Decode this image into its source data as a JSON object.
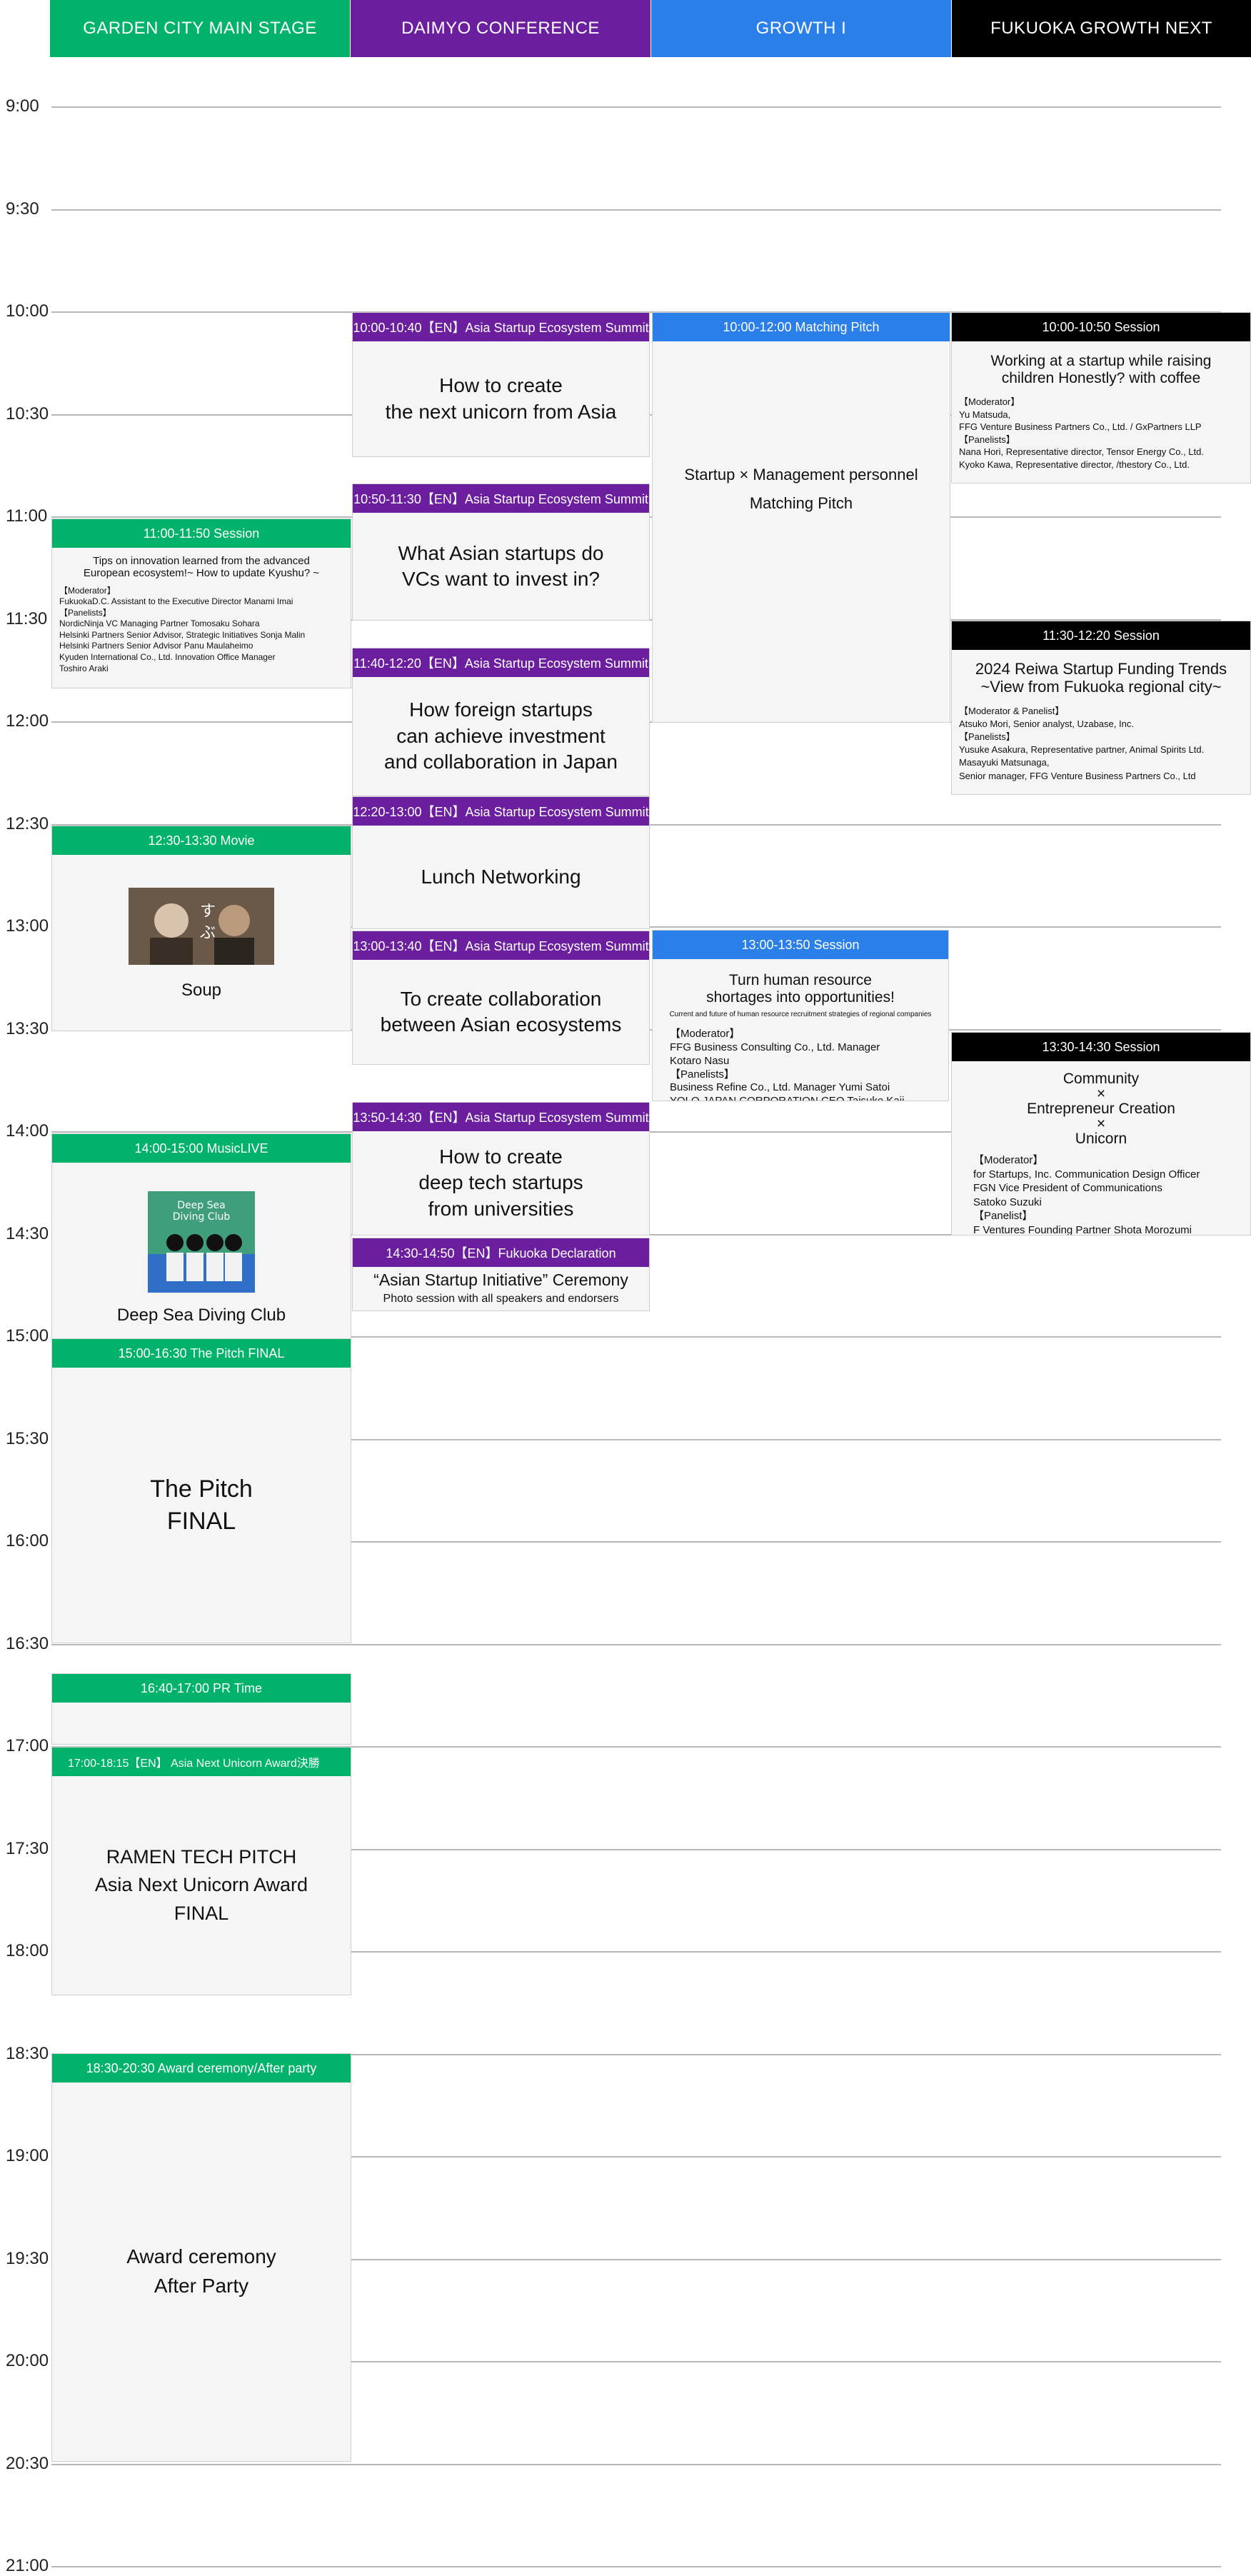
{
  "colors": {
    "green": "#00b26a",
    "purple": "#6b1f9f",
    "blue": "#2b7fe8",
    "black": "#000000"
  },
  "columns": [
    "GARDEN CITY MAIN STAGE",
    "DAIMYO CONFERENCE",
    "GROWTH I",
    "FUKUOKA GROWTH NEXT"
  ],
  "times": [
    "9:00",
    "9:30",
    "10:00",
    "10:30",
    "11:00",
    "11:30",
    "12:00",
    "12:30",
    "13:00",
    "13:30",
    "14:00",
    "14:30",
    "15:00",
    "15:30",
    "16:00",
    "16:30",
    "17:00",
    "17:30",
    "18:00",
    "18:30",
    "19:00",
    "19:30",
    "20:00",
    "20:30",
    "21:00"
  ],
  "main_stage": [
    {
      "header": "11:00-11:50  Session",
      "title": "Tips on innovation learned from the advanced\nEuropean ecosystem!~ How to update Kyushu? ~",
      "details": "【Moderator】\nFukuokaD.C. Assistant to the Executive Director  Manami Imai\n【Panelists】\nNordicNinja VC Managing Partner   Tomosaku Sohara\nHelsinki Partners Senior Advisor, Strategic Initiatives  Sonja Malin\nHelsinki Partners Senior Advisor  Panu Maulaheimo\nKyuden International Co., Ltd. Innovation Office Manager\nToshiro Araki"
    },
    {
      "header": "12:30-13:30  Movie",
      "title": "Soup",
      "image": "film-still"
    },
    {
      "header": "14:00-15:00  MusicLIVE",
      "title": "Deep Sea Diving Club",
      "image": "Deep Sea Diving Club"
    },
    {
      "header": "15:00-16:30  The Pitch FINAL",
      "title": "The Pitch\nFINAL"
    },
    {
      "header": "16:40-17:00  PR Time",
      "title": ""
    },
    {
      "header": "17:00-18:15【EN】 Asia Next Unicorn Award決勝",
      "title": "RAMEN TECH PITCH\nAsia Next Unicorn Award\nFINAL"
    },
    {
      "header": "18:30-20:30  Award ceremony/After party",
      "title": "Award ceremony\nAfter Party"
    }
  ],
  "daimyo": [
    {
      "header": "10:00-10:40【EN】Asia Startup Ecosystem Summit",
      "title": "How to create\nthe next unicorn from Asia"
    },
    {
      "header": "10:50-11:30【EN】Asia Startup Ecosystem Summit",
      "title": "What Asian startups do\nVCs want to invest in?"
    },
    {
      "header": "11:40-12:20【EN】Asia Startup Ecosystem Summit",
      "title": "How foreign startups\ncan achieve investment\nand collaboration in Japan"
    },
    {
      "header": "12:20-13:00【EN】Asia Startup Ecosystem Summit",
      "title": "Lunch Networking"
    },
    {
      "header": "13:00-13:40【EN】Asia Startup Ecosystem Summit",
      "title": "To create collaboration\nbetween Asian ecosystems"
    },
    {
      "header": "13:50-14:30【EN】Asia Startup Ecosystem Summit",
      "title": "How to create\ndeep tech startups\nfrom universities"
    },
    {
      "header": "14:30-14:50【EN】Fukuoka Declaration",
      "title": "“Asian Startup Initiative” Ceremony",
      "subtitle": "Photo session with  all speakers and endorsers"
    }
  ],
  "growth1": [
    {
      "header": "10:00-12:00  Matching Pitch",
      "title": "Startup × Management personnel\nMatching Pitch"
    },
    {
      "header": "13:00-13:50  Session",
      "title": "Turn human resource\nshortages into opportunities!",
      "subtitle": "Current and future of human resource recruitment strategies of regional companies",
      "details": "【Moderator】\nFFG Business Consulting Co., Ltd. Manager\nKotaro Nasu\n【Panelists】\nBusiness Refine Co., Ltd. Manager   Yumi Satoi\nYOLO JAPAN CORPORATION CEO   Taisuke Kaji"
    }
  ],
  "fgn": [
    {
      "header": "10:00-10:50  Session",
      "title": "Working at a startup while raising\nchildren Honestly? with coffee",
      "details": "【Moderator】\n Yu Matsuda,\n FFG Venture Business Partners Co., Ltd. / GxPartners LLP\n【Panelists】\n Nana Hori, Representative director, Tensor Energy Co., Ltd.\n Kyoko Kawa, Representative director, /thestory Co., Ltd."
    },
    {
      "header": "11:30-12:20  Session",
      "title": "2024 Reiwa Startup Funding Trends\n~View from Fukuoka regional city~",
      "details": "【Moderator & Panelist】\n Atsuko Mori, Senior analyst, Uzabase, Inc.\n【Panelists】\n Yusuke Asakura, Representative partner, Animal Spirits Ltd.\n Masayuki Matsunaga,\n Senior manager, FFG Venture Business Partners Co., Ltd"
    },
    {
      "header": "13:30-14:30  Session",
      "title": "Community\n×\nEntrepreneur Creation\n×\nUnicorn",
      "details": "【Moderator】\nfor Startups, Inc. Communication Design Officer\nFGN Vice President of Communications\nSatoko Suzuki\n【Panelist】\nF Ventures Founding Partner    Shota Morozumi\nSetouchi Startup Flag MC   Kuniaki Yamada"
    }
  ]
}
